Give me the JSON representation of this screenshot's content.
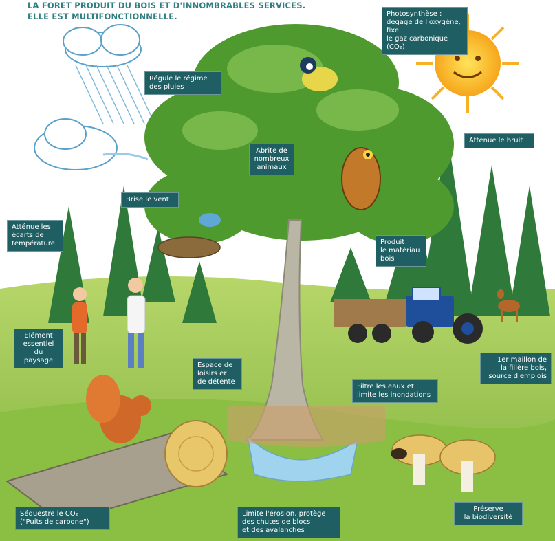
{
  "heading": {
    "line1": "LA FORET PRODUIT DU BOIS ET D'INNOMBRABLES SERVICES.",
    "line2": "ELLE EST MULTIFONCTIONNELLE."
  },
  "labels": {
    "photosynthese": "Photosynthèse :\ndégage de l'oxygène, fixe\nle gaz carbonique (CO₂)",
    "pluies": "Régule le régime\ndes pluies",
    "bruit": "Atténue le bruit",
    "abrite": "Abrite de\nnombreux\nanimaux",
    "vent": "Brise le vent",
    "temperature": "Atténue les\nécarts de\ntempérature",
    "materiau": "Produit\nle matériau\nbois",
    "paysage": "Elément\nessentiel\ndu paysage",
    "filiere": "1er maillon de\nla filière bois,\nsource d'emplois",
    "loisirs": "Espace de\nloisirs er\nde détente",
    "eaux": "Filtre les eaux et\nlimite les inondations",
    "co2": "Séquestre le CO₂\n(\"Puits de carbone\")",
    "erosion": "Limite l'érosion, protège\ndes chutes de blocs\net des avalanches",
    "biodiversite": "Préserve\nla biodiversité"
  },
  "colors": {
    "label_bg": "#1f5f63",
    "heading": "#2f7f82",
    "foliage": "#4f9a2e",
    "trunk": "#b9b6a6",
    "sky": "#ffffff"
  }
}
